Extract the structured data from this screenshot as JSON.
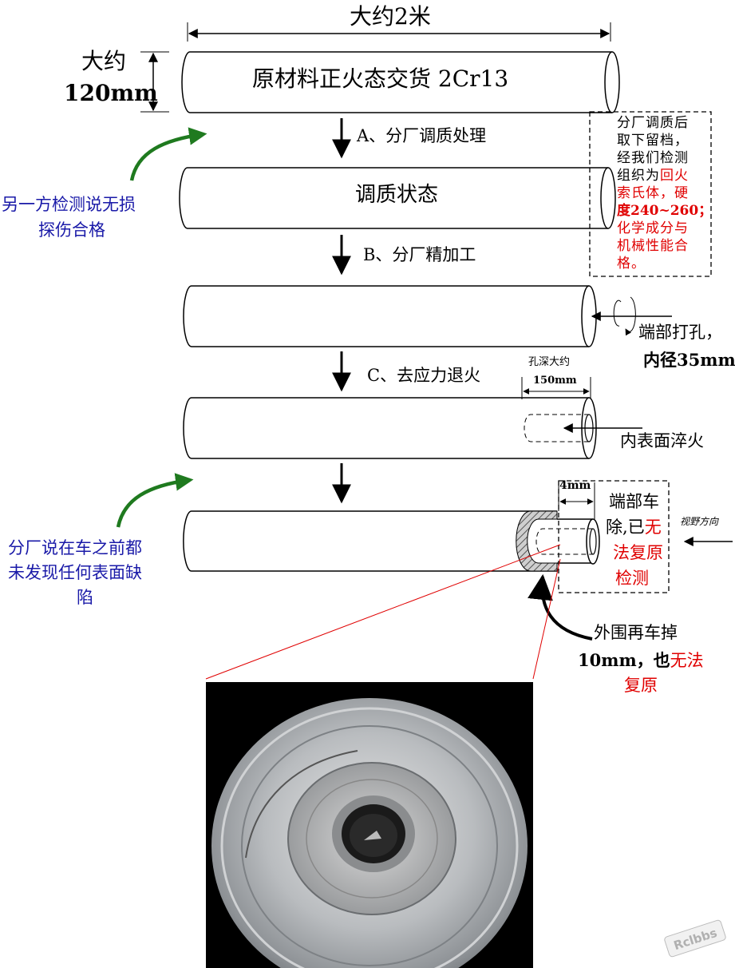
{
  "length_label": "大约2米",
  "diameter_label": {
    "line1": "大约",
    "line2": "120mm"
  },
  "tube1_label": "原材料正火态交货 2Cr13",
  "step_a": "A、分厂调质处理",
  "tube2_label": "调质状态",
  "step_b": "B、分厂精加工",
  "step_c": "C、去应力退火",
  "hole_depth": {
    "line1": "孔深大约",
    "line2": "150mm"
  },
  "drill_note": {
    "line1": "端部打孔，",
    "line2": "内径35mm"
  },
  "quench_note": "内表面淬火",
  "wall_label": "4mm",
  "view_direction": "视野方向",
  "end_removed": {
    "line1": "端部车",
    "line2a": "除,已",
    "line2b": "无",
    "line3a": "法",
    "line3b": "复原",
    "line4": "检测"
  },
  "outer_cut": {
    "line1": "外围再车掉",
    "line2a": "10mm，也",
    "line2b": "无法",
    "line3": "复原"
  },
  "left_note_1": {
    "line1": "另一方检测说无损",
    "line2": "探伤合格"
  },
  "left_note_2": {
    "line1": "分厂说在车之前都",
    "line2": "未发现任何表面缺",
    "line3": "陷"
  },
  "inspection_box": {
    "l1": "分厂调质后",
    "l2": "取下留档，",
    "l3": "经我们检测",
    "l4a": "组织为",
    "l4b": "回火",
    "l5": "索氏体，硬",
    "l6": "度240~260；",
    "l7": "化学成分与",
    "l8": "机械性能合",
    "l9": "格。"
  },
  "watermark": "Rclbbs",
  "colors": {
    "red": "#e00000",
    "blue": "#1a1aa8",
    "green": "#1f7a1f"
  }
}
